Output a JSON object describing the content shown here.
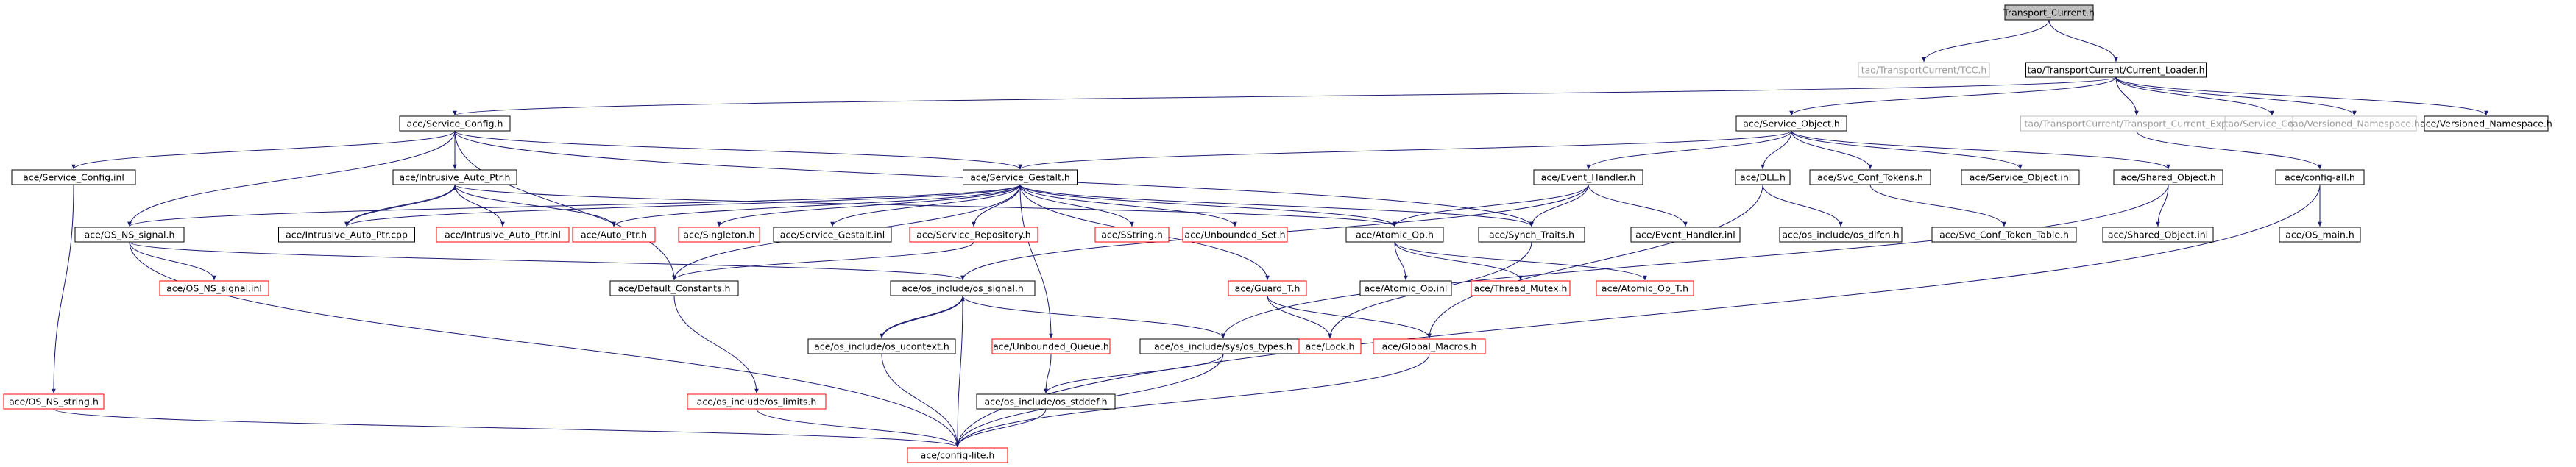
{
  "graph": {
    "colors": {
      "background": "#ffffff",
      "edge": "#191970",
      "node_border_black": "#000000",
      "node_border_red": "#ff0000",
      "node_border_gray": "#bfbfbf",
      "root_fill": "#bfbfbf"
    },
    "nodes": [
      {
        "id": "transport_current",
        "label": "Transport_Current.h",
        "style": "root"
      },
      {
        "id": "tcc",
        "label": "tao/TransportCurrent/TCC.h",
        "style": "gray"
      },
      {
        "id": "current_loader",
        "label": "tao/TransportCurrent/Current_Loader.h",
        "style": "black"
      },
      {
        "id": "service_config_h",
        "label": "ace/Service_Config.h",
        "style": "black"
      },
      {
        "id": "service_object_h",
        "label": "ace/Service_Object.h",
        "style": "black"
      },
      {
        "id": "tc_export",
        "label": "tao/TransportCurrent/Transport_Current_Export.h",
        "style": "gray"
      },
      {
        "id": "tao_service_config",
        "label": "tao/Service_Config.h",
        "style": "gray"
      },
      {
        "id": "tao_versioned_ns",
        "label": "tao/Versioned_Namespace.h",
        "style": "gray"
      },
      {
        "id": "ace_versioned_ns",
        "label": "ace/Versioned_Namespace.h",
        "style": "black"
      },
      {
        "id": "service_config_inl",
        "label": "ace/Service_Config.inl",
        "style": "black"
      },
      {
        "id": "intrusive_auto_ptr_h",
        "label": "ace/Intrusive_Auto_Ptr.h",
        "style": "black"
      },
      {
        "id": "service_gestalt_h",
        "label": "ace/Service_Gestalt.h",
        "style": "black"
      },
      {
        "id": "event_handler_h",
        "label": "ace/Event_Handler.h",
        "style": "black"
      },
      {
        "id": "dll_h",
        "label": "ace/DLL.h",
        "style": "black"
      },
      {
        "id": "svc_conf_tokens_h",
        "label": "ace/Svc_Conf_Tokens.h",
        "style": "black"
      },
      {
        "id": "service_object_inl",
        "label": "ace/Service_Object.inl",
        "style": "black"
      },
      {
        "id": "shared_object_h",
        "label": "ace/Shared_Object.h",
        "style": "black"
      },
      {
        "id": "config_all_h",
        "label": "ace/config-all.h",
        "style": "black"
      },
      {
        "id": "os_ns_signal_h",
        "label": "ace/OS_NS_signal.h",
        "style": "black"
      },
      {
        "id": "intrusive_auto_ptr_cpp",
        "label": "ace/Intrusive_Auto_Ptr.cpp",
        "style": "black"
      },
      {
        "id": "intrusive_auto_ptr_inl",
        "label": "ace/Intrusive_Auto_Ptr.inl",
        "style": "red"
      },
      {
        "id": "auto_ptr_h",
        "label": "ace/Auto_Ptr.h",
        "style": "red"
      },
      {
        "id": "singleton_h",
        "label": "ace/Singleton.h",
        "style": "red"
      },
      {
        "id": "service_gestalt_inl",
        "label": "ace/Service_Gestalt.inl",
        "style": "black"
      },
      {
        "id": "service_repository_h",
        "label": "ace/Service_Repository.h",
        "style": "red"
      },
      {
        "id": "sstring_h",
        "label": "ace/SString.h",
        "style": "red"
      },
      {
        "id": "unbounded_set_h",
        "label": "ace/Unbounded_Set.h",
        "style": "red"
      },
      {
        "id": "atomic_op_h",
        "label": "ace/Atomic_Op.h",
        "style": "black"
      },
      {
        "id": "synch_traits_h",
        "label": "ace/Synch_Traits.h",
        "style": "black"
      },
      {
        "id": "event_handler_inl",
        "label": "ace/Event_Handler.inl",
        "style": "black"
      },
      {
        "id": "os_dlfcn_h",
        "label": "ace/os_include/os_dlfcn.h",
        "style": "black"
      },
      {
        "id": "svc_conf_token_table_h",
        "label": "ace/Svc_Conf_Token_Table.h",
        "style": "black"
      },
      {
        "id": "shared_object_inl",
        "label": "ace/Shared_Object.inl",
        "style": "black"
      },
      {
        "id": "os_main_h",
        "label": "ace/OS_main.h",
        "style": "black"
      },
      {
        "id": "os_ns_signal_inl",
        "label": "ace/OS_NS_signal.inl",
        "style": "red"
      },
      {
        "id": "default_constants_h",
        "label": "ace/Default_Constants.h",
        "style": "black"
      },
      {
        "id": "os_signal_h",
        "label": "ace/os_include/os_signal.h",
        "style": "black"
      },
      {
        "id": "guard_t_h",
        "label": "ace/Guard_T.h",
        "style": "red"
      },
      {
        "id": "atomic_op_inl",
        "label": "ace/Atomic_Op.inl",
        "style": "black"
      },
      {
        "id": "thread_mutex_h",
        "label": "ace/Thread_Mutex.h",
        "style": "red"
      },
      {
        "id": "atomic_op_t_h",
        "label": "ace/Atomic_Op_T.h",
        "style": "red"
      },
      {
        "id": "os_ucontext_h",
        "label": "ace/os_include/os_ucontext.h",
        "style": "black"
      },
      {
        "id": "unbounded_queue_h",
        "label": "ace/Unbounded_Queue.h",
        "style": "red"
      },
      {
        "id": "os_sys_types_h",
        "label": "ace/os_include/sys/os_types.h",
        "style": "black"
      },
      {
        "id": "lock_h",
        "label": "ace/Lock.h",
        "style": "red"
      },
      {
        "id": "global_macros_h",
        "label": "ace/Global_Macros.h",
        "style": "red"
      },
      {
        "id": "os_ns_string_h",
        "label": "ace/OS_NS_string.h",
        "style": "red"
      },
      {
        "id": "os_limits_h",
        "label": "ace/os_include/os_limits.h",
        "style": "red"
      },
      {
        "id": "os_stddef_h",
        "label": "ace/os_include/os_stddef.h",
        "style": "black"
      },
      {
        "id": "config_lite_h",
        "label": "ace/config-lite.h",
        "style": "red"
      }
    ],
    "edges": [
      [
        "transport_current",
        "tcc"
      ],
      [
        "transport_current",
        "current_loader"
      ],
      [
        "current_loader",
        "service_config_h"
      ],
      [
        "current_loader",
        "service_object_h"
      ],
      [
        "current_loader",
        "tc_export"
      ],
      [
        "current_loader",
        "tao_service_config"
      ],
      [
        "current_loader",
        "tao_versioned_ns"
      ],
      [
        "current_loader",
        "ace_versioned_ns"
      ],
      [
        "service_config_h",
        "service_config_inl"
      ],
      [
        "service_config_h",
        "os_ns_signal_h"
      ],
      [
        "service_config_h",
        "intrusive_auto_ptr_h"
      ],
      [
        "service_config_h",
        "service_gestalt_h"
      ],
      [
        "service_config_h",
        "synch_traits_h"
      ],
      [
        "service_config_h",
        "default_constants_h"
      ],
      [
        "service_object_h",
        "service_gestalt_h"
      ],
      [
        "service_object_h",
        "event_handler_h"
      ],
      [
        "service_object_h",
        "dll_h"
      ],
      [
        "service_object_h",
        "svc_conf_tokens_h"
      ],
      [
        "service_object_h",
        "service_object_inl"
      ],
      [
        "service_object_h",
        "shared_object_h"
      ],
      [
        "tc_export",
        "config_all_h"
      ],
      [
        "service_config_inl",
        "os_ns_string_h"
      ],
      [
        "intrusive_auto_ptr_h",
        "intrusive_auto_ptr_cpp"
      ],
      [
        "intrusive_auto_ptr_h",
        "intrusive_auto_ptr_inl"
      ],
      [
        "intrusive_auto_ptr_h",
        "auto_ptr_h"
      ],
      [
        "intrusive_auto_ptr_h",
        "atomic_op_h"
      ],
      [
        "intrusive_auto_ptr_cpp",
        "intrusive_auto_ptr_h"
      ],
      [
        "service_gestalt_h",
        "os_ns_signal_h"
      ],
      [
        "service_gestalt_h",
        "intrusive_auto_ptr_cpp"
      ],
      [
        "service_gestalt_h",
        "auto_ptr_h"
      ],
      [
        "service_gestalt_h",
        "singleton_h"
      ],
      [
        "service_gestalt_h",
        "service_gestalt_inl"
      ],
      [
        "service_gestalt_h",
        "service_repository_h"
      ],
      [
        "service_gestalt_h",
        "sstring_h"
      ],
      [
        "service_gestalt_h",
        "unbounded_set_h"
      ],
      [
        "service_gestalt_h",
        "atomic_op_h"
      ],
      [
        "service_gestalt_h",
        "synch_traits_h"
      ],
      [
        "service_gestalt_h",
        "default_constants_h"
      ],
      [
        "service_gestalt_h",
        "unbounded_queue_h"
      ],
      [
        "service_gestalt_h",
        "guard_t_h"
      ],
      [
        "event_handler_h",
        "atomic_op_h"
      ],
      [
        "event_handler_h",
        "synch_traits_h"
      ],
      [
        "event_handler_h",
        "event_handler_inl"
      ],
      [
        "event_handler_h",
        "os_signal_h"
      ],
      [
        "dll_h",
        "os_dlfcn_h"
      ],
      [
        "dll_h",
        "global_macros_h"
      ],
      [
        "svc_conf_tokens_h",
        "svc_conf_token_table_h"
      ],
      [
        "shared_object_h",
        "shared_object_inl"
      ],
      [
        "shared_object_h",
        "os_sys_types_h"
      ],
      [
        "config_all_h",
        "os_main_h"
      ],
      [
        "config_all_h",
        "config_lite_h"
      ],
      [
        "os_ns_signal_h",
        "os_ns_signal_inl"
      ],
      [
        "os_ns_signal_h",
        "os_signal_h"
      ],
      [
        "os_ns_signal_h",
        "config_lite_h"
      ],
      [
        "service_repository_h",
        "default_constants_h"
      ],
      [
        "atomic_op_h",
        "atomic_op_inl"
      ],
      [
        "atomic_op_h",
        "thread_mutex_h"
      ],
      [
        "atomic_op_h",
        "atomic_op_t_h"
      ],
      [
        "synch_traits_h",
        "lock_h"
      ],
      [
        "default_constants_h",
        "os_limits_h"
      ],
      [
        "os_signal_h",
        "os_ucontext_h"
      ],
      [
        "os_signal_h",
        "os_sys_types_h"
      ],
      [
        "os_signal_h",
        "config_lite_h"
      ],
      [
        "os_ucontext_h",
        "os_signal_h"
      ],
      [
        "os_ucontext_h",
        "config_lite_h"
      ],
      [
        "guard_t_h",
        "lock_h"
      ],
      [
        "guard_t_h",
        "global_macros_h"
      ],
      [
        "unbounded_queue_h",
        "os_stddef_h"
      ],
      [
        "os_sys_types_h",
        "os_stddef_h"
      ],
      [
        "os_sys_types_h",
        "config_lite_h"
      ],
      [
        "global_macros_h",
        "config_lite_h"
      ],
      [
        "os_ns_string_h",
        "config_lite_h"
      ],
      [
        "os_limits_h",
        "config_lite_h"
      ],
      [
        "os_stddef_h",
        "config_lite_h"
      ]
    ]
  }
}
